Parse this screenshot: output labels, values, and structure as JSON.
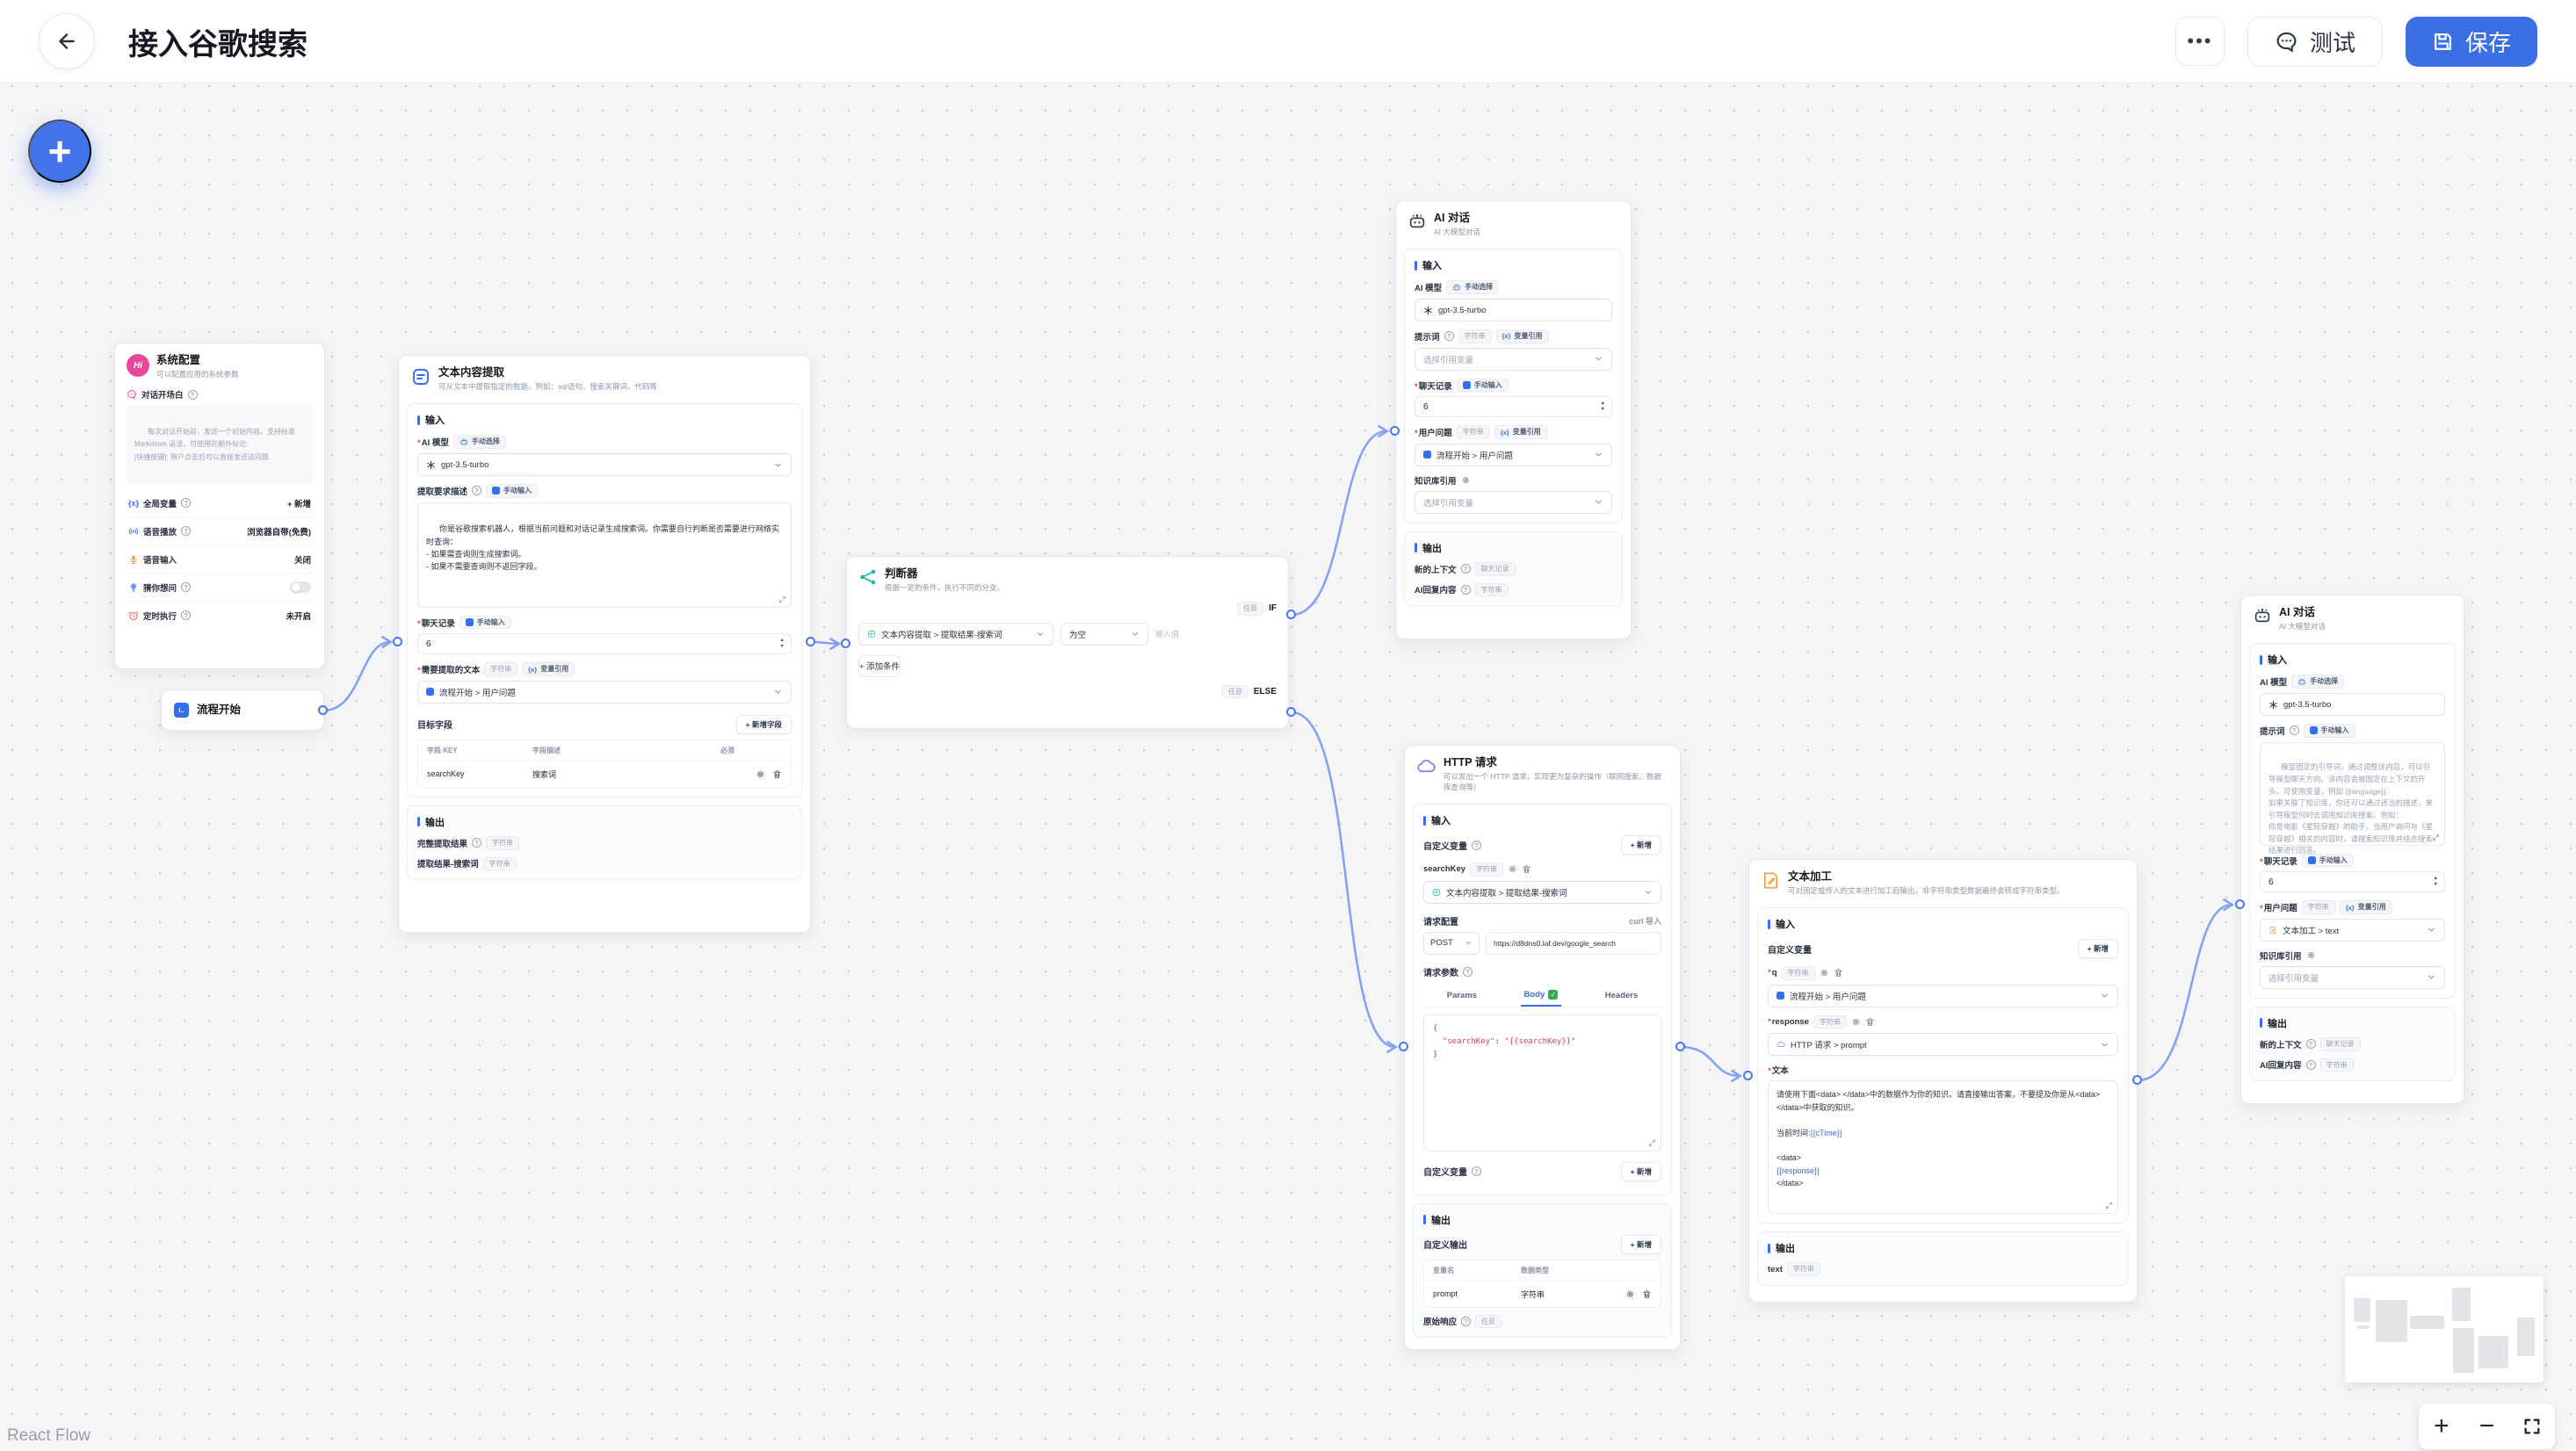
{
  "header": {
    "title": "接入谷歌搜索",
    "more": "•••",
    "test": "测试",
    "save": "保存"
  },
  "canvas": {
    "add": "+",
    "attribution": "React Flow",
    "zoom_in": "+",
    "zoom_out": "−"
  },
  "common": {
    "input_label": "输入",
    "output_label": "输出",
    "ai_model_label": "AI 模型",
    "manual_select": "手动选择",
    "manual_input": "手动输入",
    "string_badge": "字符串",
    "any_badge": "任意",
    "history_badge": "聊天记录",
    "var_ref_badge": "变量引用",
    "model_name": "gpt-3.5-turbo",
    "select_var": "选择引用变量",
    "add_new": "+ 新增",
    "history_label": "聊天记录",
    "history_value": "6",
    "user_question_label": "用户问题",
    "kb_label": "知识库引用",
    "new_context_label": "新的上下文",
    "ai_reply_label": "AI回复内容",
    "flow_user_question": "流程开始 > 用户问题"
  },
  "nodes": {
    "system_config": {
      "title": "系统配置",
      "desc": "可以配置应用的系统参数",
      "icon_text": "Hi",
      "welcome_label": "对话开场白",
      "welcome_placeholder": "每次对话开始前，发送一个初始内容。支持标准 Markdown 语法，可使用的额外标记:\n[快捷按键]: 用户点击后可以直接发送该问题",
      "global_var_label": "全局变量",
      "tts_label": "语音播放",
      "tts_value": "浏览器自带(免费)",
      "stt_label": "语音输入",
      "stt_value": "关闭",
      "guess_label": "猜你想问",
      "timer_label": "定时执行",
      "timer_value": "未开启"
    },
    "flow_start": {
      "title": "流程开始",
      "icon_text": "I.."
    },
    "text_extract": {
      "title": "文本内容提取",
      "desc": "可从文本中提取指定的数据，例如：sql语句、搜索关键词、代码等",
      "extract_desc_label": "提取要求描述",
      "extract_desc_value": "你是谷歌搜索机器人，根据当前问题和对话记录生成搜索词。你需要自行判断是否需要进行网络实时查询：\n- 如果需查询则生成搜索词。\n- 如果不需要查询则不返回字段。",
      "target_text_label": "需要提取的文本",
      "fields_label": "目标字段",
      "add_field": "+ 新增字段",
      "col_key": "字段 KEY",
      "col_desc": "字段描述",
      "col_req": "必须",
      "field_key": "searchKey",
      "field_desc": "搜索词",
      "out_full": "完整提取结果",
      "out_search": "提取结果-搜索词"
    },
    "classifier": {
      "title": "判断器",
      "desc": "根据一定的条件，执行不同的分支。",
      "if_label": "IF",
      "else_label": "ELSE",
      "cond_source": "文本内容提取 > 提取结果-搜索词",
      "cond_op": "为空",
      "value_placeholder": "输入值",
      "add_condition": "+ 添加条件"
    },
    "ai_chat_1": {
      "title": "AI 对话",
      "desc": "AI 大模型对话",
      "prompt_label": "提示词"
    },
    "http": {
      "title": "HTTP 请求",
      "desc": "可以发出一个 HTTP 请求，实现更为复杂的操作（联网搜索、数据库查询等）",
      "custom_var_label": "自定义变量",
      "var_name": "searchKey",
      "var_source": "文本内容提取 > 提取结果-搜索词",
      "req_config_label": "请求配置",
      "curl_import": "curl 导入",
      "method": "POST",
      "url": "https://d8dns0.laf.dev/google_search",
      "params_label": "请求参数",
      "tab_params": "Params",
      "tab_body": "Body",
      "tab_headers": "Headers",
      "code_open": "{",
      "code_key": "\"searchKey\"",
      "code_colon": ": ",
      "code_value": "\"{{searchKey}}\"",
      "code_close": "}",
      "custom_output_label": "自定义输出",
      "col_var": "变量名",
      "col_type": "数据类型",
      "out_name": "prompt",
      "raw_label": "原始响应"
    },
    "text_process": {
      "title": "文本加工",
      "desc": "可对固定或传入的文本进行加工后输出，非字符串类型数据最终会转成字符串类型。",
      "q_label": "q",
      "resp_label": "response",
      "resp_source": "HTTP 请求 > prompt",
      "text_label": "文本",
      "text_p1": "请使用下面<data> </data>中的数据作为你的知识。请直接输出答案，不要提及你是从<data> </data>中获取的知识。\n\n当前时间:",
      "text_var1": "{{cTime}}",
      "text_p2": "\n\n<data>\n",
      "text_var2": "{{response}}",
      "text_p3": "\n</data>",
      "out_name": "text"
    },
    "ai_chat_2": {
      "title": "AI 对话",
      "desc": "AI 大模型对话",
      "prompt_placeholder": "模型固定的引导词，通过调整该内容，可以引导模型聊天方向。该内容会被固定在上下文的开头。可使用变量，例如 {{language}}\n如果关联了知识库，你还可以通过适当的描述，来引导模型何时去调用知识库搜索。例如：\n你是电影《星际穿越》的助手，当用户询问与《星际穿越》相关的内容时，请搜索知识库并结合搜索结果进行回答。",
      "user_source": "文本加工 > text"
    }
  }
}
